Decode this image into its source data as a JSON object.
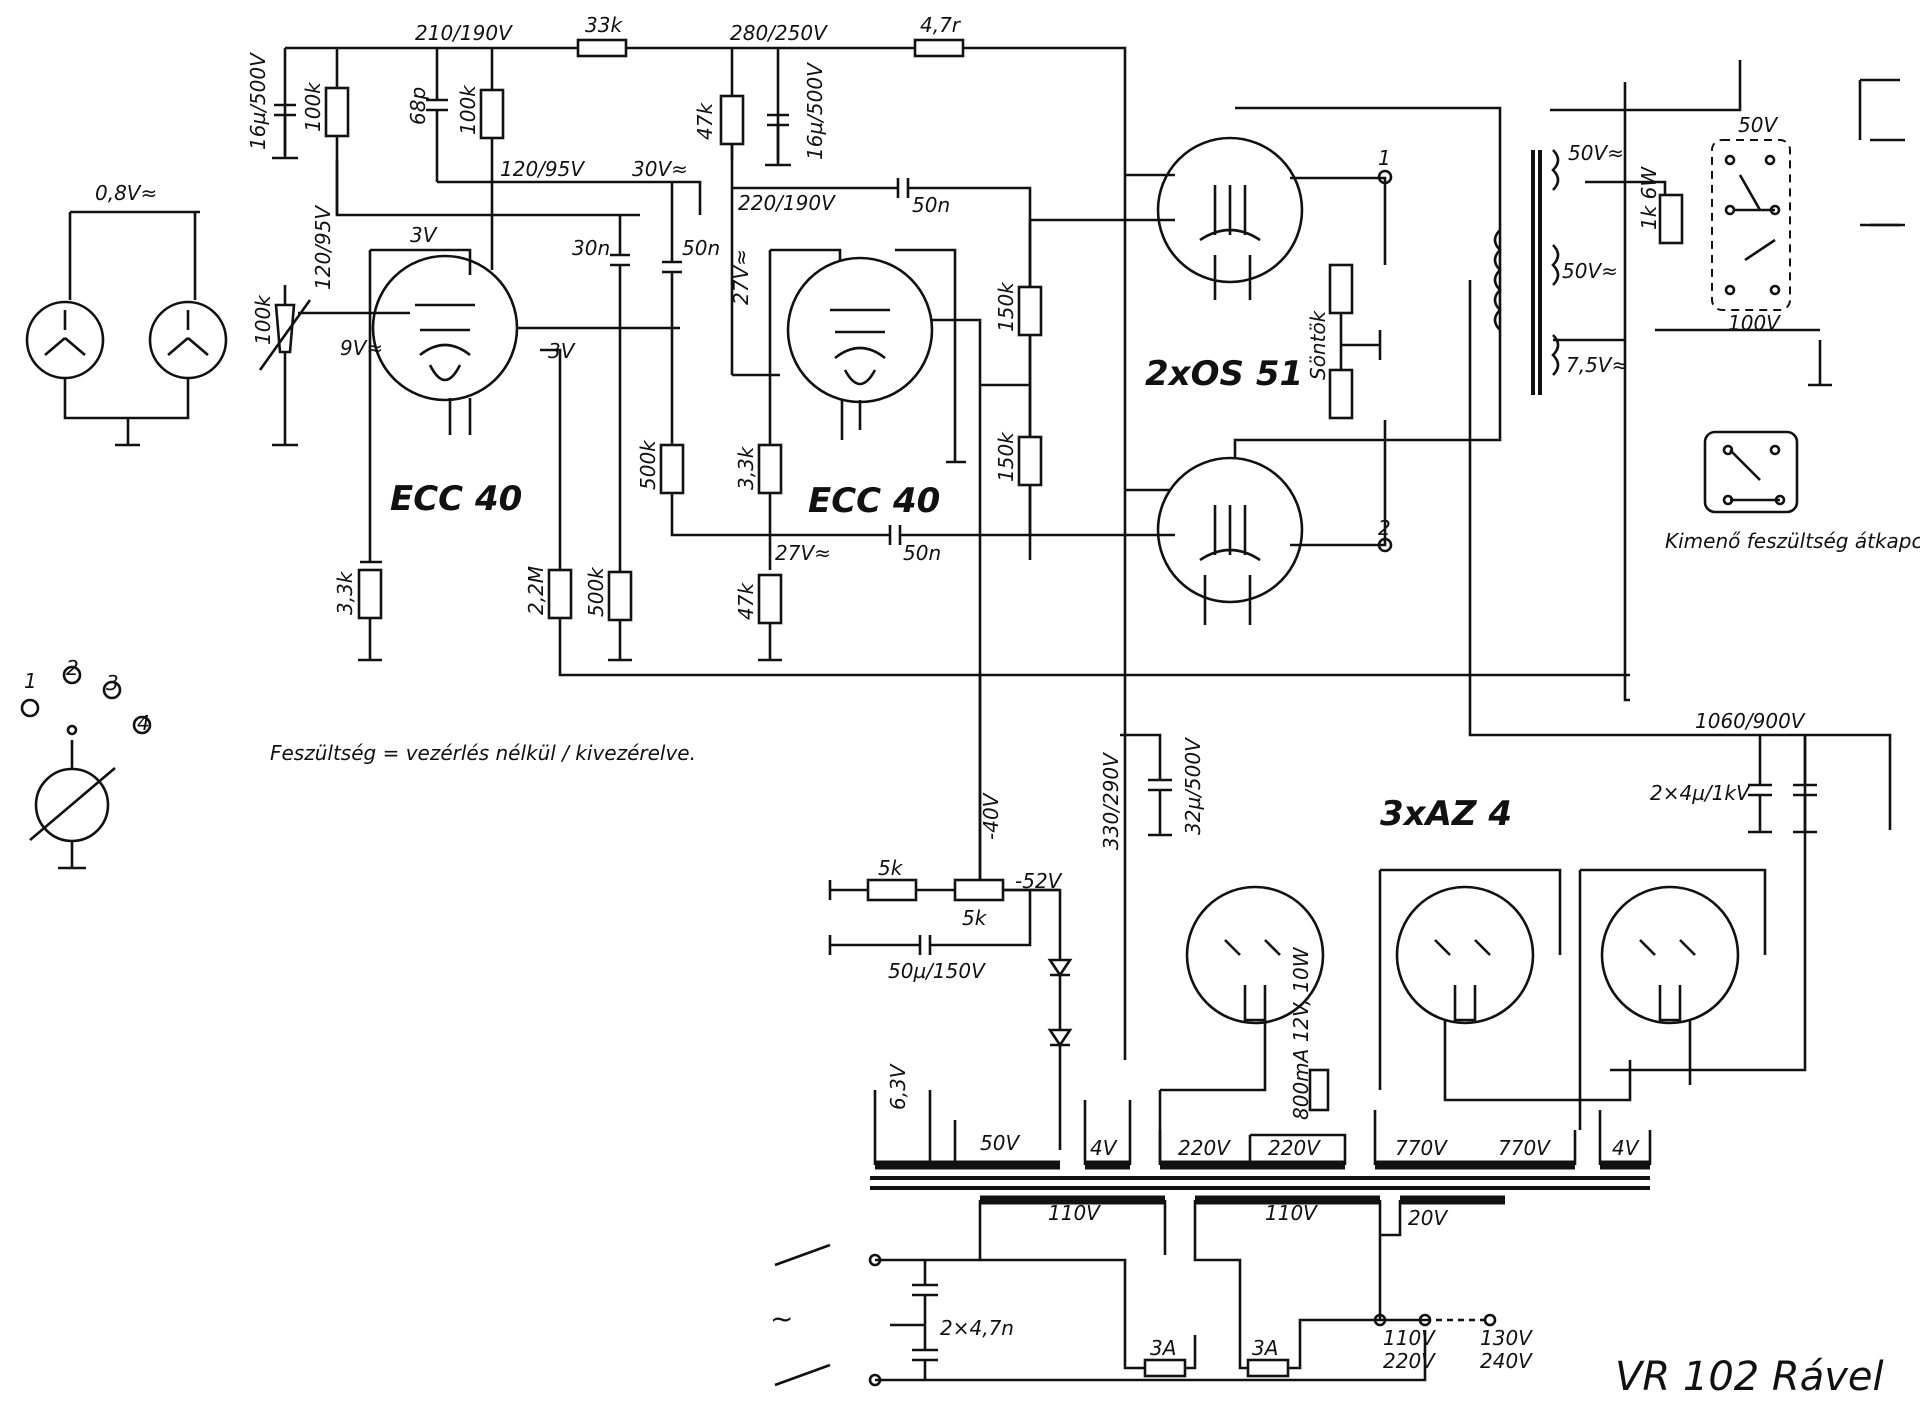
{
  "diagram": {
    "title": "VR 102 Rável",
    "tubes": {
      "preamp1": "ECC 40",
      "preamp2": "ECC 40",
      "output": "2xOS 51",
      "rectifier": "3xAZ 4"
    },
    "voltages": {
      "v210": "210/190V",
      "v280": "280/250V",
      "v120a": "120/95V",
      "v120b": "120/95V",
      "v30": "30V≈",
      "v220": "220/190V",
      "v08": "0,8V≈",
      "v3a": "3V",
      "v3b": "3V",
      "v9": "9V≈",
      "v27a": "27V≈",
      "v27b": "27V≈",
      "v330": "330/290V",
      "v1060": "1060/900V",
      "vneg40": "-40V",
      "vneg52": "-52V"
    },
    "components": {
      "r33k": "33k",
      "r47": "4,7r",
      "c16a": "16µ/500V",
      "r100k_a": "100k",
      "c68p": "68p",
      "r100k_b": "100k",
      "r47k_a": "47k",
      "c16b": "16µ/500V",
      "c50n_a": "50n",
      "c50n_b": "50n",
      "c50n_c": "50n",
      "c30n": "30n",
      "pot100k": "100k",
      "r33k_b": "3,3k",
      "r22m": "2,2M",
      "r500k_a": "500k",
      "r500k_b": "500k",
      "r33k_c": "3,3k",
      "r47k_b": "47k",
      "r150k_a": "150k",
      "r150k_b": "150k",
      "shunt": "Söntök",
      "c32": "32µ/500V",
      "c2x4": "2×4µ/1kV",
      "r5k_a": "5k",
      "r5k_b": "5k",
      "c50u": "50µ/150V",
      "c2x47": "2×4,7n",
      "fuse1": "3A",
      "fuse2": "3A",
      "lamp": "800mA 12V, 10W",
      "r1k": "1k 6W"
    },
    "transformer": {
      "w1": "50V≈",
      "w2": "50V≈",
      "w3": "7,5V≈",
      "t1": "50V",
      "t2": "100V"
    },
    "power_tx": {
      "s1": "6,3V",
      "s2": "50V",
      "s3": "4V",
      "s4": "220V",
      "s5": "220V",
      "s6": "770V",
      "s7": "770V",
      "s8": "4V",
      "p1": "110V",
      "p2": "110V",
      "p3": "20V",
      "sel1a": "110V",
      "sel1b": "220V",
      "sel2a": "130V",
      "sel2b": "240V",
      "mains": "~"
    },
    "outputs": {
      "o1": "1",
      "o2": "2"
    },
    "switch_note": "Kimenő feszültség átkapcsoló (alulnézet)",
    "switch_positions": [
      "1",
      "2",
      "3",
      "4"
    ],
    "voltage_note": "Feszültség = vezérlés nélkül / kivezérelve."
  }
}
